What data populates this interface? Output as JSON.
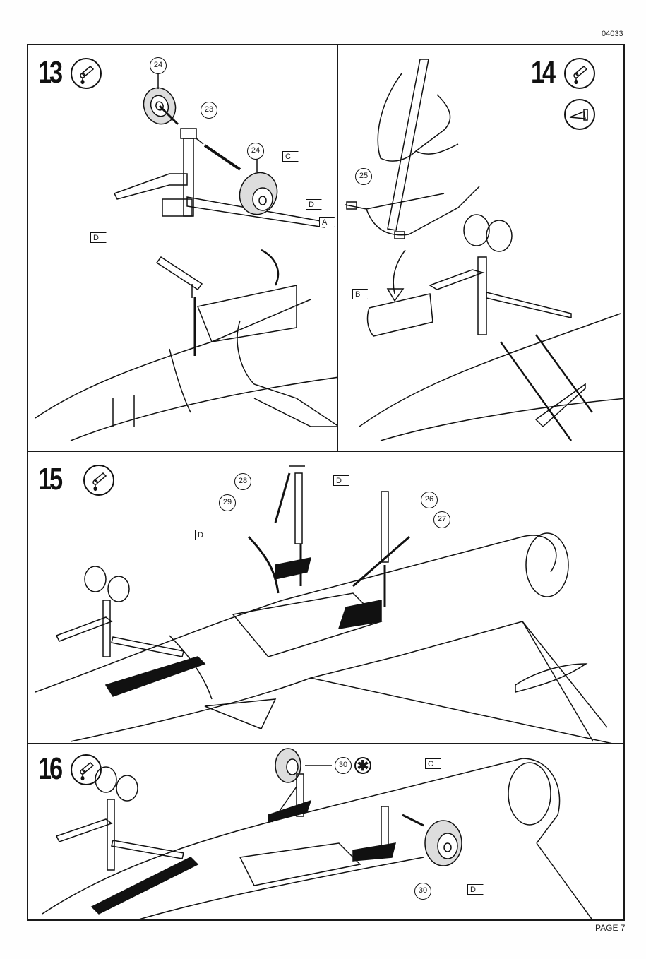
{
  "document": {
    "code": "04033",
    "page_label": "PAGE 7"
  },
  "steps": [
    {
      "number": "13",
      "icons": [
        "glue-tube-icon"
      ],
      "callouts": [
        "24",
        "23",
        "24"
      ],
      "flags": [
        "C",
        "D",
        "A",
        "D"
      ]
    },
    {
      "number": "14",
      "icons": [
        "glue-tube-icon",
        "hobby-knife-icon"
      ],
      "callouts": [
        "25"
      ],
      "flags": [
        "B"
      ]
    },
    {
      "number": "15",
      "icons": [
        "glue-tube-icon"
      ],
      "callouts": [
        "28",
        "29",
        "26",
        "27"
      ],
      "flags": [
        "D",
        "D"
      ]
    },
    {
      "number": "16",
      "icons": [
        "glue-tube-icon"
      ],
      "callouts": [
        "30",
        "30"
      ],
      "flags": [
        "C",
        "D"
      ],
      "special_marker": "✱"
    }
  ]
}
